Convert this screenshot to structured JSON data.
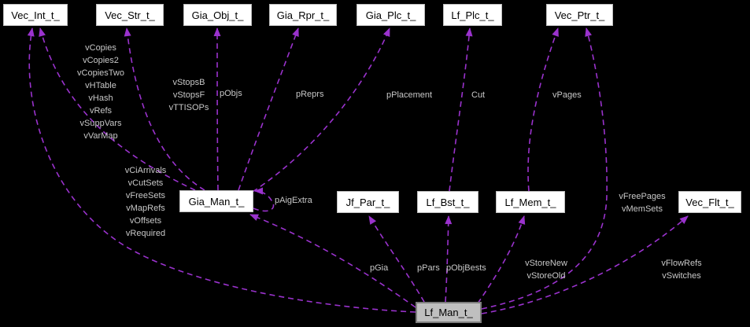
{
  "diagram": {
    "kind": "doxygen-collaboration-graph",
    "main_struct": "Lf_Man_t_"
  },
  "colors": {
    "background": "#000000",
    "edge": "#9A32CD",
    "edge_label": "#C8C8C8",
    "node_fill": "#FFFFFF",
    "node_border": "#BDBDBD",
    "main_node_fill": "#BFBFBF",
    "node_text": "#000000"
  },
  "nodes": {
    "vec_int": "Vec_Int_t_",
    "vec_str": "Vec_Str_t_",
    "gia_obj": "Gia_Obj_t_",
    "gia_rpr": "Gia_Rpr_t_",
    "gia_plc": "Gia_Plc_t_",
    "lf_plc": "Lf_Plc_t_",
    "vec_ptr": "Vec_Ptr_t_",
    "gia_man": "Gia_Man_t_",
    "jf_par": "Jf_Par_t_",
    "lf_bst": "Lf_Bst_t_",
    "lf_mem": "Lf_Mem_t_",
    "vec_flt": "Vec_Flt_t_",
    "lf_man": "Lf_Man_t_"
  },
  "edge_labels": {
    "gia_man_to_vec_int": [
      "vCopies",
      "vCopies2",
      "vCopiesTwo",
      "vHTable",
      "vHash",
      "vRefs",
      "vSuppVars",
      "vVarMap"
    ],
    "lf_man_to_vec_int": [
      "vCiArrivals",
      "vCutSets",
      "vFreeSets",
      "vMapRefs",
      "vOffsets",
      "vRequired"
    ],
    "gia_man_to_vec_str": [
      "vStopsB",
      "vStopsF",
      "vTTISOPs"
    ],
    "gia_man_to_gia_obj": [
      "pObjs"
    ],
    "gia_man_to_gia_rpr": [
      "pReprs"
    ],
    "gia_man_to_gia_plc": [
      "pPlacement"
    ],
    "lf_bst_to_lf_plc": [
      "Cut"
    ],
    "lf_mem_to_vec_ptr": [
      "vPages"
    ],
    "lf_man_to_vec_ptr": [
      "vFreePages",
      "vMemSets"
    ],
    "gia_man_self": [
      "pAigExtra"
    ],
    "lf_man_to_gia_man": [
      "pGia"
    ],
    "lf_man_to_jf_par": [
      "pPars"
    ],
    "lf_man_to_lf_bst": [
      "pObjBests"
    ],
    "lf_man_to_lf_mem": [
      "vStoreNew",
      "vStoreOld"
    ],
    "lf_man_to_vec_flt": [
      "vFlowRefs",
      "vSwitches"
    ]
  }
}
